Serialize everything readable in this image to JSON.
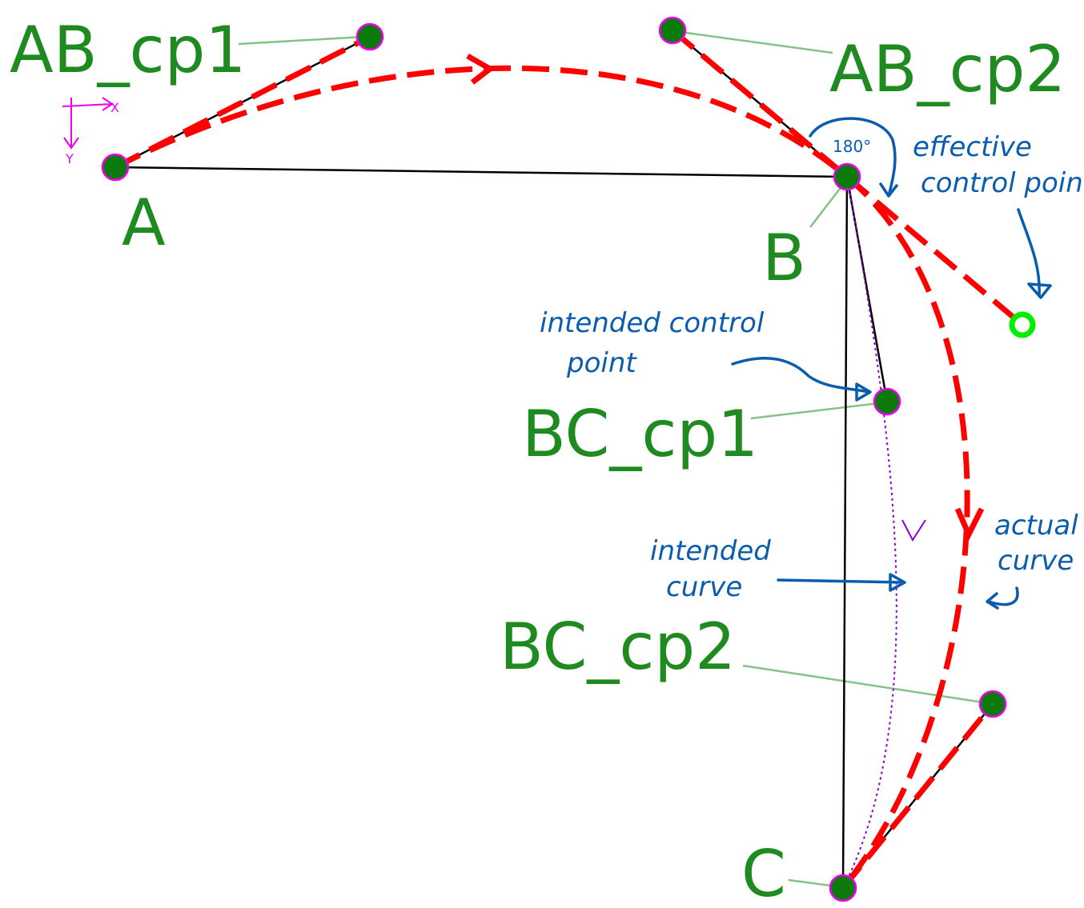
{
  "points": {
    "A": "A",
    "B": "B",
    "C": "C",
    "AB_cp1": "AB_cp1",
    "AB_cp2": "AB_cp2",
    "BC_cp1": "BC_cp1",
    "BC_cp2": "BC_cp2"
  },
  "annotations": {
    "angle": "180°",
    "effective_cp_line1": "effective",
    "effective_cp_line2": "control point",
    "intended_cp_line1": "intended  control",
    "intended_cp_line2": "point",
    "intended_curve_line1": "intended",
    "intended_curve_line2": "curve",
    "actual_curve_line1": "actual",
    "actual_curve_line2": "curve"
  },
  "axes": {
    "x": "X",
    "y": "Y"
  },
  "colors": {
    "point_fill": "#0a7a0a",
    "point_outline": "#ee00ee",
    "actual_curve": "#ff0000",
    "intended_curve": "#8a00d4",
    "effective_cp": "#00ee00",
    "annotation": "#0a5cad",
    "label": "#1f8a1f"
  }
}
